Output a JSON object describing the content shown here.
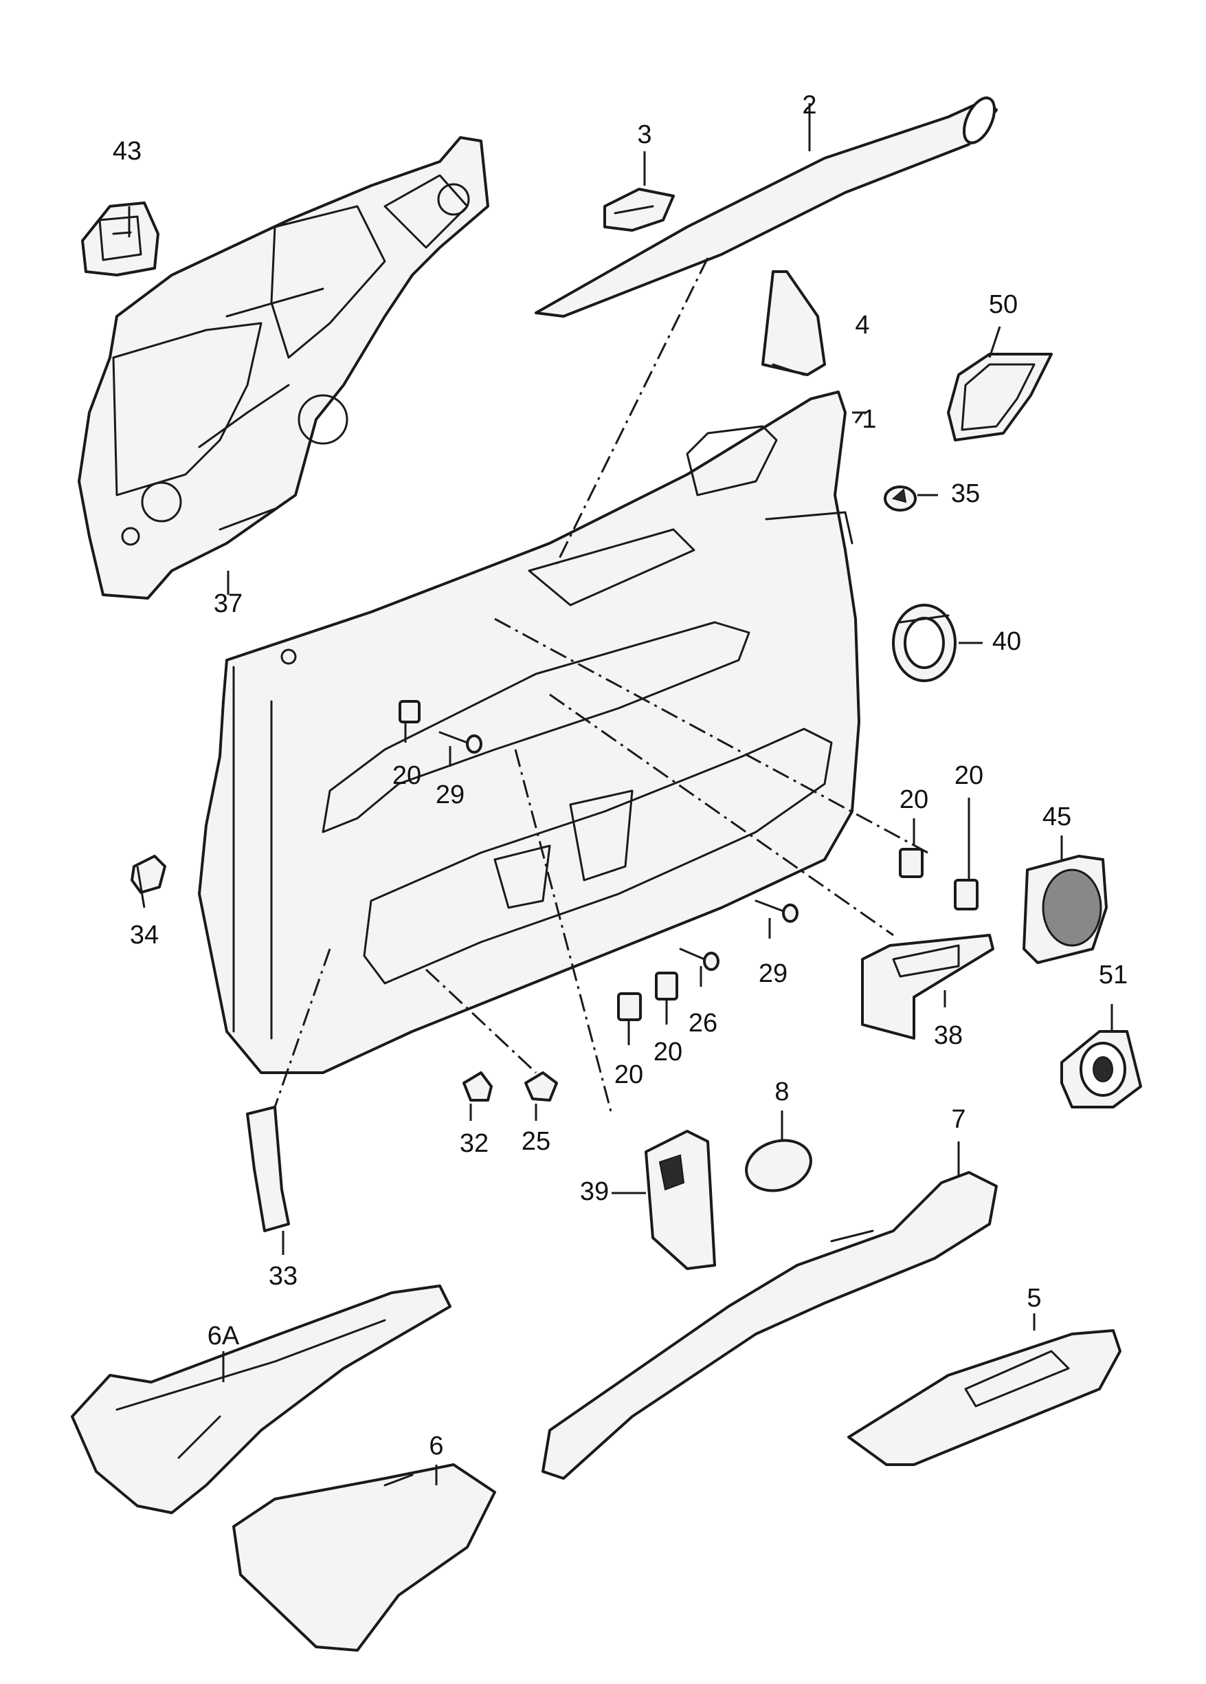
{
  "callouts": {
    "c1": "1",
    "c2": "2",
    "c3": "3",
    "c4": "4",
    "c5": "5",
    "c6": "6",
    "c6a": "6A",
    "c7": "7",
    "c8": "8",
    "c20a": "20",
    "c20b": "20",
    "c20c": "20",
    "c20d": "20",
    "c20e": "20",
    "c25": "25",
    "c26": "26",
    "c29a": "29",
    "c29b": "29",
    "c32": "32",
    "c33": "33",
    "c34": "34",
    "c35": "35",
    "c37": "37",
    "c38": "38",
    "c39": "39",
    "c40": "40",
    "c43": "43",
    "c45": "45",
    "c50": "50",
    "c51": "51"
  }
}
